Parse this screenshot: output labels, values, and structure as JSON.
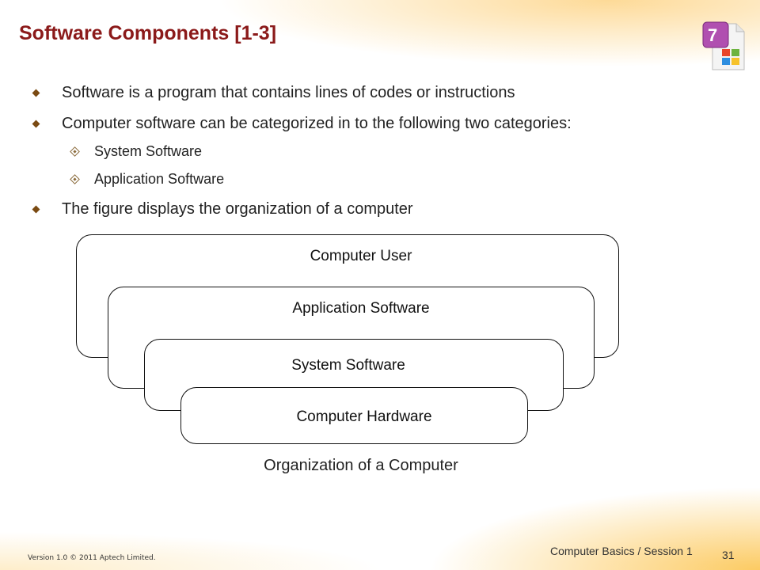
{
  "slide": {
    "title": "Software Components [1-3]",
    "logo_icon": "windows-7-document-icon",
    "bullets": [
      "Software is a program that contains lines of codes or instructions",
      "Computer software can be categorized in to the following two categories:",
      "The figure displays the organization of a computer"
    ],
    "sub_bullets": [
      "System Software",
      "Application Software"
    ],
    "diagram": {
      "layers": [
        "Computer User",
        "Application Software",
        "System Software",
        "Computer Hardware"
      ],
      "caption": "Organization of a Computer"
    },
    "footer": {
      "version": "Version 1.0 © 2011 Aptech Limited.",
      "course": "Computer Basics / Session 1",
      "page_number": "31"
    }
  }
}
